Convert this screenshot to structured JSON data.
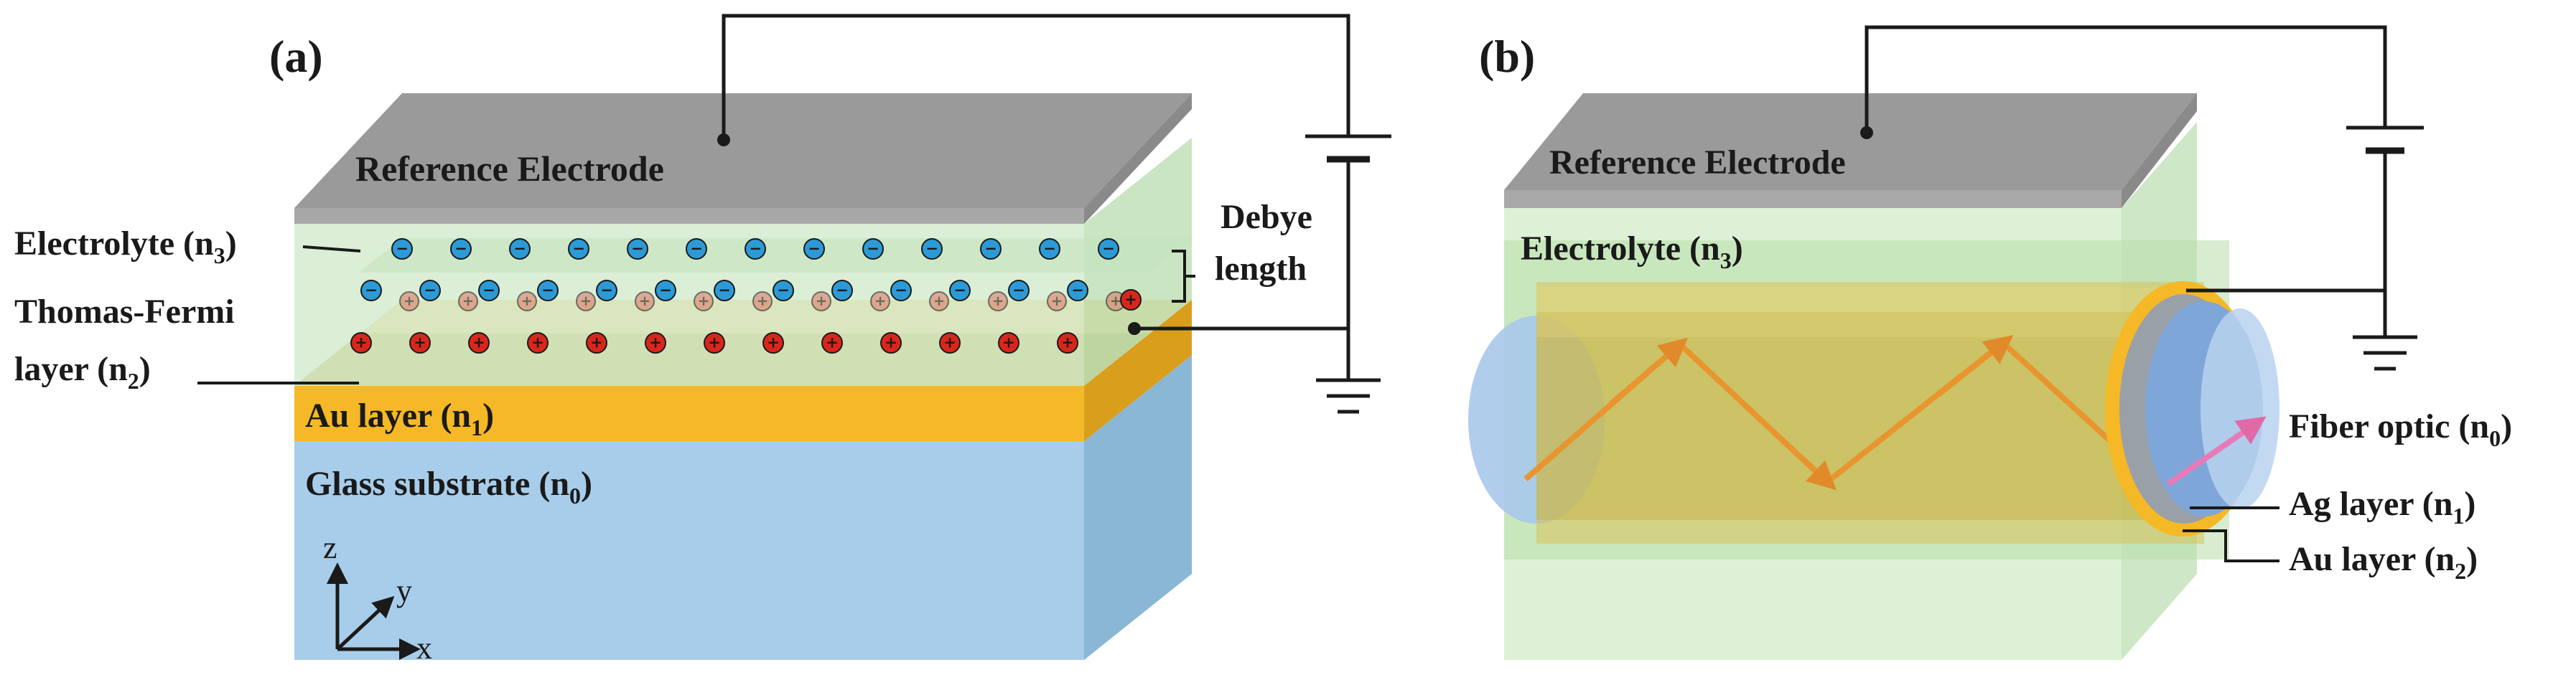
{
  "panel_a": {
    "label": "(a)",
    "reference_electrode": "Reference Electrode",
    "electrolyte": {
      "text": "Electrolyte (n",
      "sub": "3",
      "close": ")"
    },
    "thomas_fermi_1": "Thomas-Fermi",
    "thomas_fermi_2": {
      "text": "layer (n",
      "sub": "2",
      "close": ")"
    },
    "au_layer": {
      "text": "Au layer (n",
      "sub": "1",
      "close": ")"
    },
    "glass_substrate": {
      "text": "Glass substrate (n",
      "sub": "0",
      "close": ")"
    },
    "debye_1": "Debye",
    "debye_2": "length",
    "axis_z": "z",
    "axis_y": "y",
    "axis_x": "x",
    "neg_sign": "−",
    "pos_sign": "+"
  },
  "panel_b": {
    "label": "(b)",
    "reference_electrode": "Reference Electrode",
    "electrolyte": {
      "text": "Electrolyte (n",
      "sub": "3",
      "close": ")"
    },
    "fiber_optic": {
      "text": "Fiber optic (n",
      "sub": "0",
      "close": ")"
    },
    "ag_layer": {
      "text": "Ag layer (n",
      "sub": "1",
      "close": ")"
    },
    "au_layer": {
      "text": "Au layer (n",
      "sub": "2",
      "close": ")"
    }
  },
  "colors": {
    "electrode_top": "#9a9a9a",
    "electrode_front": "#a8a8a8",
    "electrolyte": "#cfe9c9",
    "gold": "#f5b826",
    "glass": "#a7cdea",
    "anion": "#2c9ad6",
    "cation": "#d9261c",
    "ray": "#ea9a3c",
    "wire": "#1a1a1a"
  }
}
